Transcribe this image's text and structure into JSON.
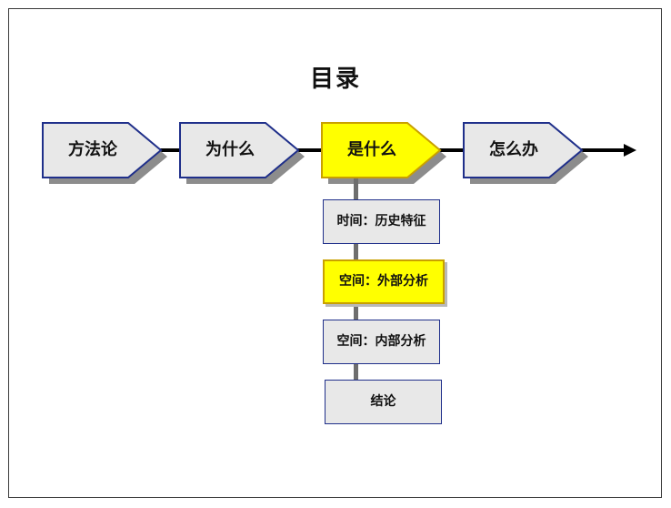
{
  "title": "目录",
  "steps": [
    {
      "label": "方法论",
      "active": false
    },
    {
      "label": "为什么",
      "active": false
    },
    {
      "label": "是什么",
      "active": true
    },
    {
      "label": "怎么办",
      "active": false
    }
  ],
  "sub_items": [
    {
      "label": "时间：历史特征",
      "active": false
    },
    {
      "label": "空间：外部分析",
      "active": true
    },
    {
      "label": "空间：内部分析",
      "active": false
    },
    {
      "label": "结论",
      "active": false
    }
  ],
  "colors": {
    "active_fill": "#ffff00",
    "inactive_fill": "#e8e8e8",
    "border_blue": "#1f2f8a",
    "active_border": "#c9a000",
    "shadow": "#8c8c8c"
  }
}
